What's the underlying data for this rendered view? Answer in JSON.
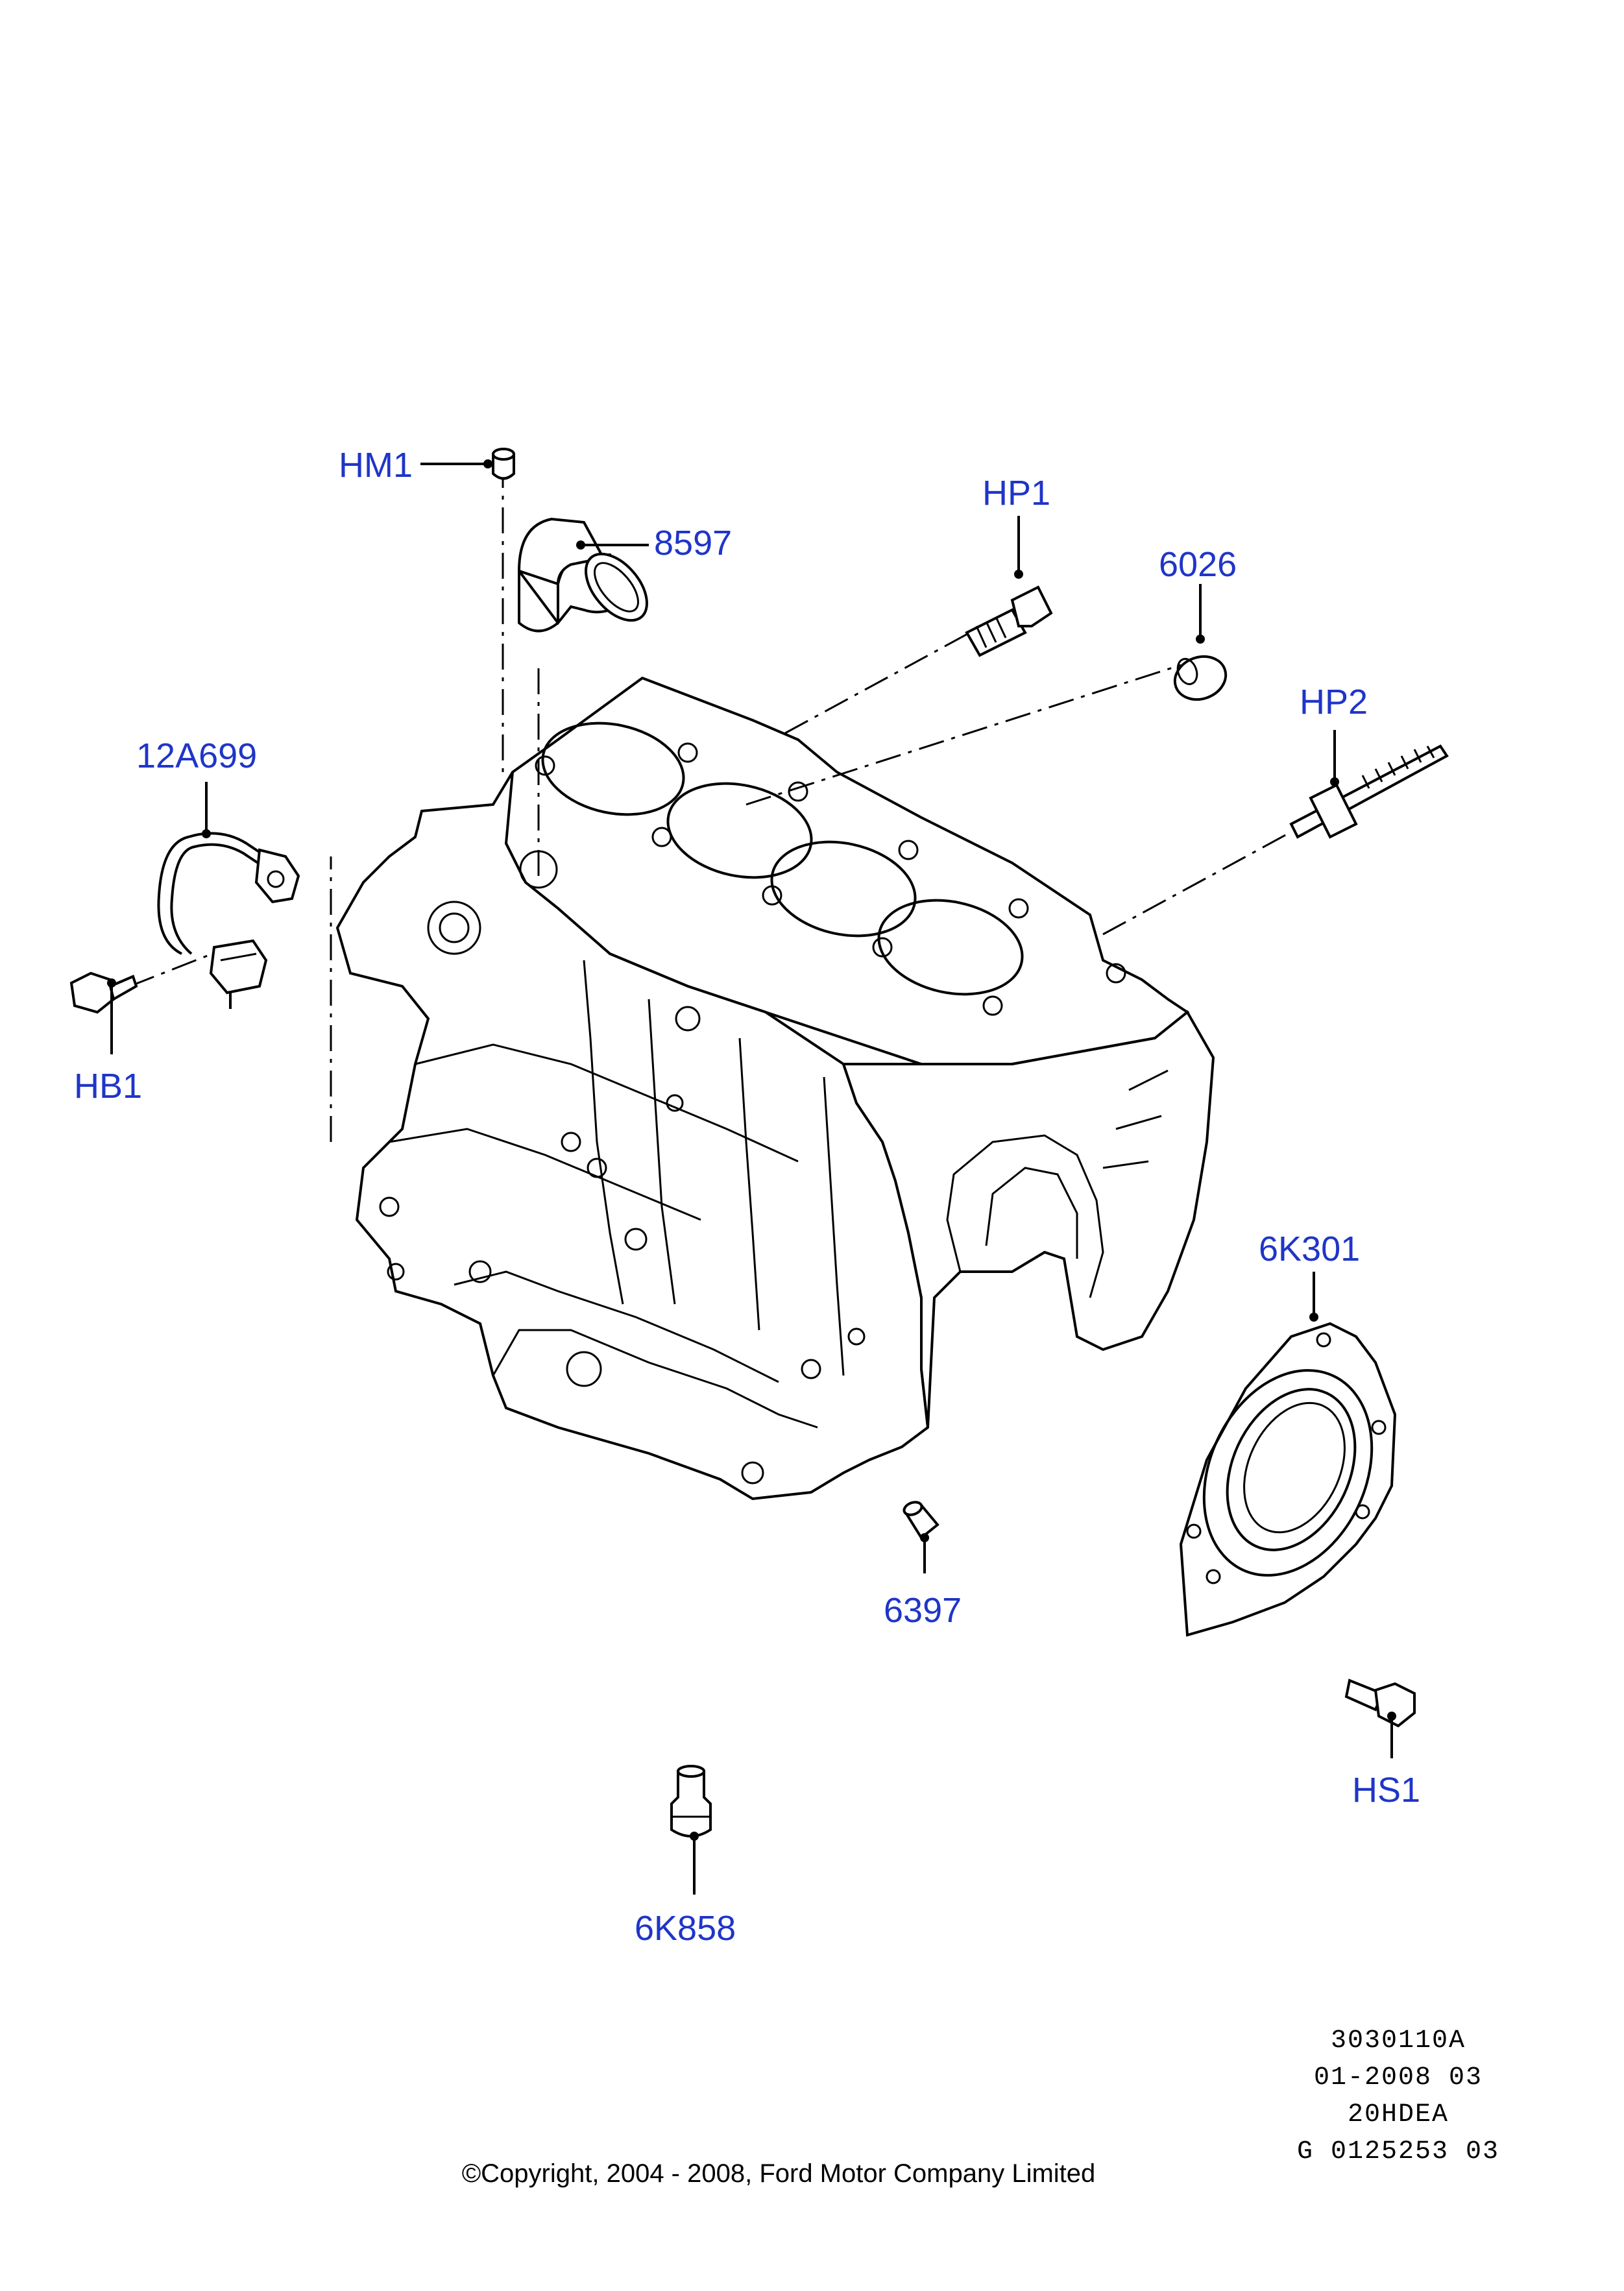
{
  "labels": {
    "hm1": "HM1",
    "p8597": "8597",
    "hp1": "HP1",
    "p6026": "6026",
    "hp2": "HP2",
    "p12a699": "12A699",
    "hb1": "HB1",
    "p6k301": "6K301",
    "p6397": "6397",
    "hs1": "HS1",
    "p6k858": "6K858"
  },
  "reference": {
    "line1": "3030110A",
    "line2": "01-2008 03",
    "line3": "20HDEA",
    "line4": "G 0125253 03"
  },
  "copyright": "©Copyright, 2004 - 2008, Ford Motor Company Limited",
  "colors": {
    "label": "#1f35c8",
    "line": "#000000",
    "background": "#ffffff"
  }
}
